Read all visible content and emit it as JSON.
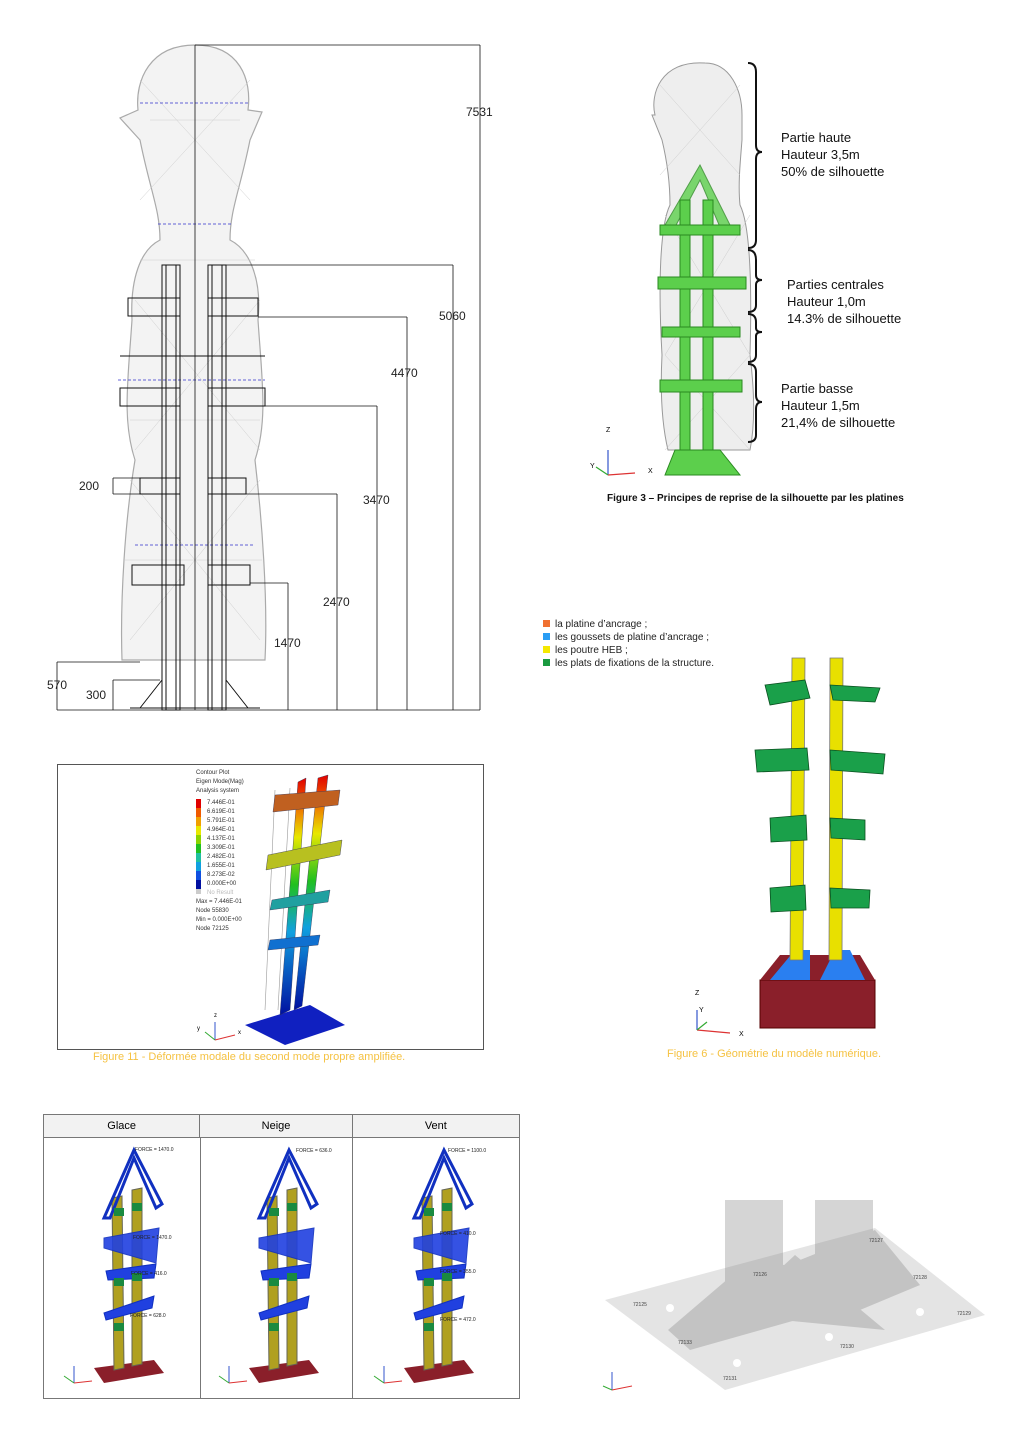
{
  "drawing_dimensions": {
    "total": "7531",
    "d5060": "5060",
    "d4470": "4470",
    "d3470": "3470",
    "d2470": "2470",
    "d1470": "1470",
    "d200": "200",
    "d570": "570",
    "d300": "300"
  },
  "figure3": {
    "caption": "Figure 3 – Principes de reprise de la silhouette par les platines",
    "sections": [
      {
        "title": "Partie haute",
        "height": "Hauteur 3,5m",
        "share": "50% de silhouette"
      },
      {
        "title": "Parties centrales",
        "height": "Hauteur 1,0m",
        "share": "14.3% de silhouette"
      },
      {
        "title": "Partie basse",
        "height": "Hauteur 1,5m",
        "share": "21,4% de silhouette"
      }
    ],
    "axes": {
      "z": "Z",
      "y": "Y",
      "x": "X"
    }
  },
  "legend": {
    "items": [
      {
        "label": "la platine d’ancrage ;",
        "color": "#f07030"
      },
      {
        "label": "les goussets de platine d’ancrage ;",
        "color": "#2a9df4"
      },
      {
        "label": "les poutre HEB ;",
        "color": "#f5e800"
      },
      {
        "label": "les plats de fixations de la structure.",
        "color": "#1a9a40"
      }
    ]
  },
  "figure6": {
    "caption": "Figure 6 - Géométrie du modèle numérique.",
    "axes": {
      "z": "Z",
      "y": "Y",
      "x": "X"
    }
  },
  "figure11": {
    "caption": "Figure 11 - Déformée modale du second mode propre amplifiée.",
    "contour": {
      "title1": "Contour Plot",
      "title2": "Eigen Mode(Mag)",
      "title3": "Analysis system",
      "levels": [
        "7.446E-01",
        "6.619E-01",
        "5.791E-01",
        "4.964E-01",
        "4.137E-01",
        "3.309E-01",
        "2.482E-01",
        "1.655E-01",
        "8.273E-02",
        "0.000E+00"
      ],
      "colors": [
        "#e00000",
        "#f05a00",
        "#f0a000",
        "#e8e800",
        "#8cd400",
        "#20c020",
        "#20c0a0",
        "#10a0e0",
        "#1050e0",
        "#0010a0"
      ],
      "no_result": "No Result",
      "max": "Max = 7.446E-01",
      "max_node": "Node 55830",
      "min": "Min = 0.000E+00",
      "min_node": "Node 72125"
    },
    "axes": {
      "z": "z",
      "y": "y",
      "x": "x"
    }
  },
  "load_cases": {
    "columns": [
      {
        "header": "Glace",
        "forces": [
          "FORCE = 1470.0",
          "FORCE = 1470.0",
          "FORCE = 416.0",
          "FORCE = 628.0"
        ]
      },
      {
        "header": "Neige",
        "forces": [
          "FORCE = 636.0"
        ]
      },
      {
        "header": "Vent",
        "forces": [
          "FORCE = 1100.0",
          "FORCE = 410.0",
          "FORCE = 355.0",
          "FORCE = 472.0"
        ]
      }
    ]
  },
  "base_plate": {
    "nodes": [
      "72125",
      "72127",
      "72128",
      "72129",
      "72130",
      "72131",
      "72133",
      "72126"
    ]
  }
}
